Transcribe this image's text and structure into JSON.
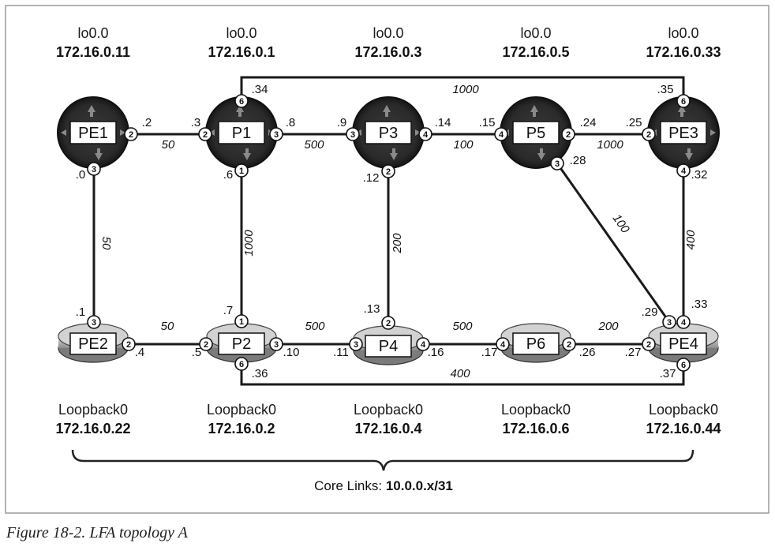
{
  "routers": [
    {
      "id": "PE1",
      "label": "PE1",
      "kind": "core",
      "lo_name": "lo0.0",
      "lo_addr": "172.16.0.11"
    },
    {
      "id": "P1",
      "label": "P1",
      "kind": "core",
      "lo_name": "lo0.0",
      "lo_addr": "172.16.0.1"
    },
    {
      "id": "P3",
      "label": "P3",
      "kind": "core",
      "lo_name": "lo0.0",
      "lo_addr": "172.16.0.3"
    },
    {
      "id": "P5",
      "label": "P5",
      "kind": "core",
      "lo_name": "lo0.0",
      "lo_addr": "172.16.0.5"
    },
    {
      "id": "PE3",
      "label": "PE3",
      "kind": "core",
      "lo_name": "lo0.0",
      "lo_addr": "172.16.0.33"
    },
    {
      "id": "PE2",
      "label": "PE2",
      "kind": "edge",
      "lo_name": "Loopback0",
      "lo_addr": "172.16.0.22"
    },
    {
      "id": "P2",
      "label": "P2",
      "kind": "edge",
      "lo_name": "Loopback0",
      "lo_addr": "172.16.0.2"
    },
    {
      "id": "P4",
      "label": "P4",
      "kind": "edge",
      "lo_name": "Loopback0",
      "lo_addr": "172.16.0.4"
    },
    {
      "id": "P6",
      "label": "P6",
      "kind": "edge",
      "lo_name": "Loopback0",
      "lo_addr": "172.16.0.6"
    },
    {
      "id": "PE4",
      "label": "PE4",
      "kind": "edge",
      "lo_name": "Loopback0",
      "lo_addr": "172.16.0.44"
    }
  ],
  "links": [
    {
      "a": "PE1",
      "b": "P1",
      "metric": "50",
      "a_port": "2",
      "a_addr": ".2",
      "b_port": "2",
      "b_addr": ".3"
    },
    {
      "a": "P1",
      "b": "P3",
      "metric": "500",
      "a_port": "3",
      "a_addr": ".8",
      "b_port": "3",
      "b_addr": ".9"
    },
    {
      "a": "P3",
      "b": "P5",
      "metric": "100",
      "a_port": "4",
      "a_addr": ".14",
      "b_port": "4",
      "b_addr": ".15"
    },
    {
      "a": "P5",
      "b": "PE3",
      "metric": "1000",
      "a_port": "2",
      "a_addr": ".24",
      "b_port": "2",
      "b_addr": ".25"
    },
    {
      "a": "P1",
      "b": "PE3",
      "metric": "1000",
      "a_port": "6",
      "a_addr": ".34",
      "b_port": "6",
      "b_addr": ".35"
    },
    {
      "a": "PE1",
      "b": "PE2",
      "metric": "50",
      "a_port": "3",
      "a_addr": ".0",
      "b_port": "3",
      "b_addr": ".1"
    },
    {
      "a": "P1",
      "b": "P2",
      "metric": "1000",
      "a_port": "1",
      "a_addr": ".6",
      "b_port": "1",
      "b_addr": ".7"
    },
    {
      "a": "P3",
      "b": "P4",
      "metric": "200",
      "a_port": "2",
      "a_addr": ".12",
      "b_port": "2",
      "b_addr": ".13"
    },
    {
      "a": "P5",
      "b": "PE4",
      "metric": "100",
      "a_port": "3",
      "a_addr": ".28",
      "b_port": "3",
      "b_addr": ".29"
    },
    {
      "a": "PE3",
      "b": "PE4",
      "metric": "400",
      "a_port": "4",
      "a_addr": ".32",
      "b_port": "4",
      "b_addr": ".33"
    },
    {
      "a": "PE2",
      "b": "P2",
      "metric": "50",
      "a_port": "2",
      "a_addr": ".4",
      "b_port": "2",
      "b_addr": ".5"
    },
    {
      "a": "P2",
      "b": "P4",
      "metric": "500",
      "a_port": "3",
      "a_addr": ".10",
      "b_port": "3",
      "b_addr": ".11"
    },
    {
      "a": "P4",
      "b": "P6",
      "metric": "500",
      "a_port": "4",
      "a_addr": ".16",
      "b_port": "4",
      "b_addr": ".17"
    },
    {
      "a": "P6",
      "b": "PE4",
      "metric": "200",
      "a_port": "2",
      "a_addr": ".26",
      "b_port": "2",
      "b_addr": ".27"
    },
    {
      "a": "P2",
      "b": "PE4",
      "metric": "400",
      "a_port": "6",
      "a_addr": ".36",
      "b_port": "6",
      "b_addr": ".37"
    }
  ],
  "core_links": {
    "label": "Core Links: ",
    "value": "10.0.0.x/31"
  },
  "caption": "Figure 18-2. LFA topology A"
}
